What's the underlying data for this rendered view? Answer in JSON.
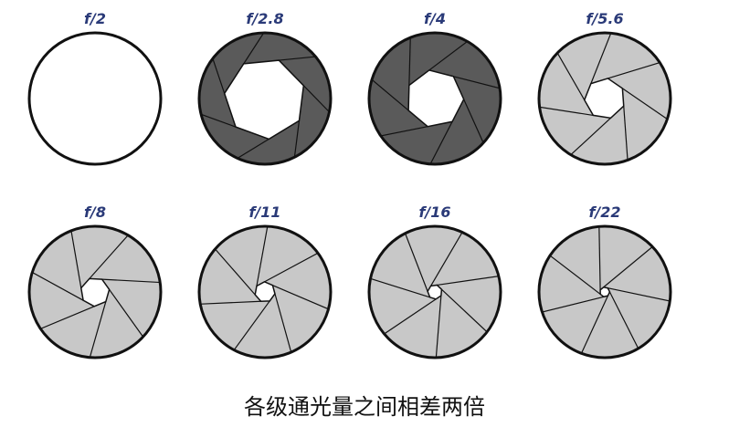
{
  "apertures": [
    {
      "label": "f/2",
      "blade_color": "",
      "hole_ratio": 1.0
    },
    {
      "label": "f/2.8",
      "blade_color": "#5a5a5a",
      "hole_ratio": 0.62
    },
    {
      "label": "f/4",
      "blade_color": "#5a5a5a",
      "hole_ratio": 0.44
    },
    {
      "label": "f/5.6",
      "blade_color": "#c8c8c8",
      "hole_ratio": 0.31
    },
    {
      "label": "f/8",
      "blade_color": "#c8c8c8",
      "hole_ratio": 0.22
    },
    {
      "label": "f/11",
      "blade_color": "#c8c8c8",
      "hole_ratio": 0.155
    },
    {
      "label": "f/16",
      "blade_color": "#c8c8c8",
      "hole_ratio": 0.11
    },
    {
      "label": "f/22",
      "blade_color": "#c8c8c8",
      "hole_ratio": 0.075
    }
  ],
  "caption": "各级通光量之间相差两倍"
}
